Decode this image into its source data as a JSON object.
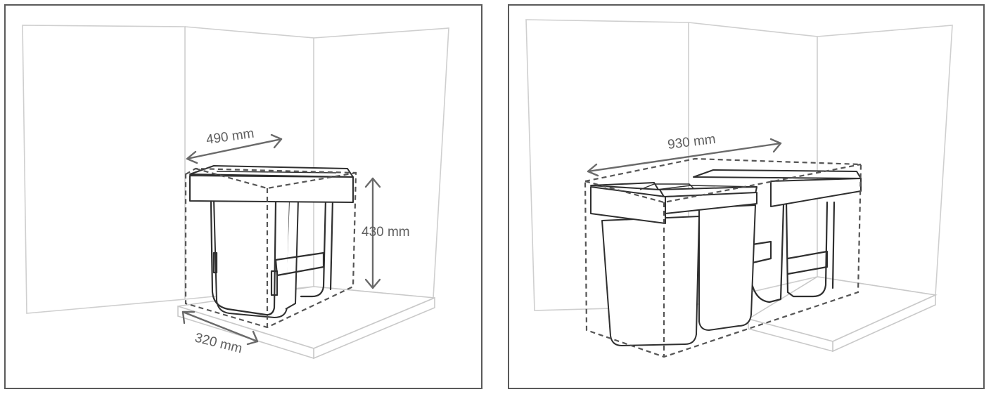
{
  "left_diagram": {
    "width_label": "490 mm",
    "height_label": "430 mm",
    "depth_label": "320 mm"
  },
  "right_diagram": {
    "width_label": "930 mm"
  }
}
